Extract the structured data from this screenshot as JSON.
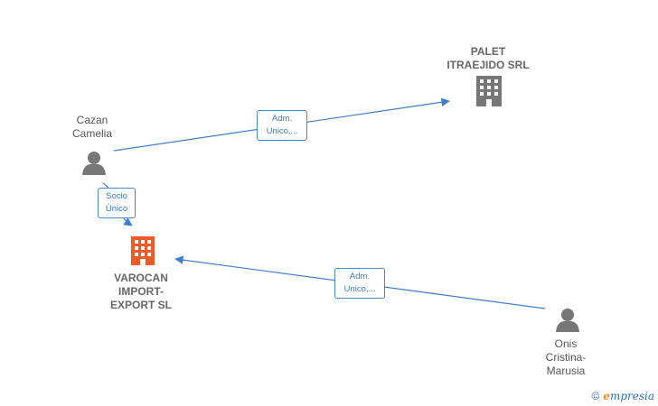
{
  "nodes": [
    {
      "id": "cazan",
      "type": "person",
      "label": "Cazan\nCamelia",
      "color": "#777777"
    },
    {
      "id": "palet",
      "type": "company",
      "label": "PALET\nITRAEJIDO SRL",
      "color": "#777777"
    },
    {
      "id": "varocan",
      "type": "company",
      "label": "VAROCAN\nIMPORT-\nEXPORT  SL",
      "color": "#f05a28"
    },
    {
      "id": "onis",
      "type": "person",
      "label": "Onis\nCristina-\nMarusia",
      "color": "#777777"
    }
  ],
  "edges": [
    {
      "from": "cazan",
      "to": "palet",
      "label": "Adm.\nUnico,..."
    },
    {
      "from": "cazan",
      "to": "varocan",
      "label": "Socio\nÚnico"
    },
    {
      "from": "onis",
      "to": "varocan",
      "label": "Adm.\nUnico,..."
    }
  ],
  "colors": {
    "edge": "#3c7fd1",
    "edge_label_border": "#4a86c8"
  },
  "footer": {
    "copyright": "©",
    "brand": "mpresia",
    "brand_initial": "e"
  }
}
